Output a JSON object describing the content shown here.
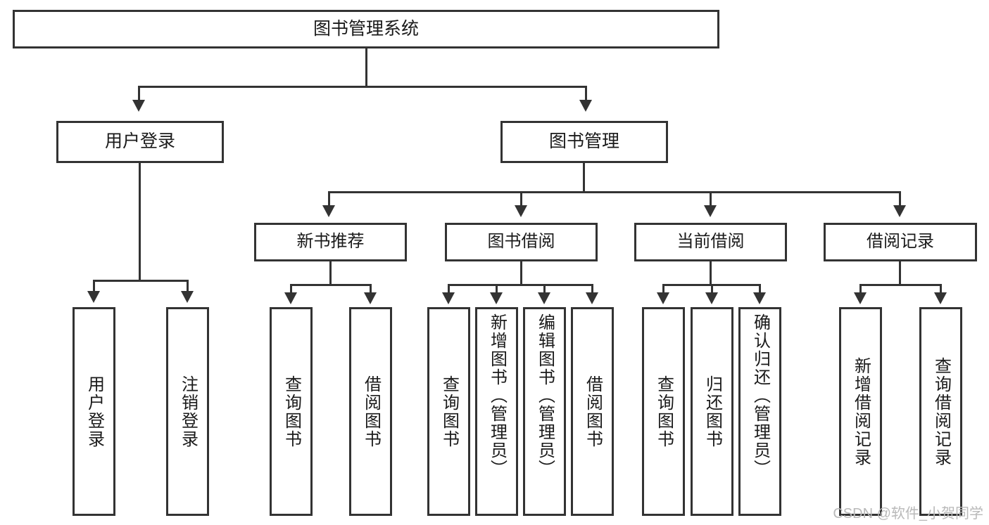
{
  "diagram": {
    "title": "图书管理系统",
    "root": {
      "label": "图书管理系统"
    },
    "level2": [
      {
        "label": "用户登录"
      },
      {
        "label": "图书管理"
      }
    ],
    "level3": [
      {
        "label": "新书推荐"
      },
      {
        "label": "图书借阅"
      },
      {
        "label": "当前借阅"
      },
      {
        "label": "借阅记录"
      }
    ],
    "leaves": {
      "user_login": [
        {
          "label": "用户登录"
        },
        {
          "label": "注销登录"
        }
      ],
      "new_book_recommend": [
        {
          "label": "查询图书"
        },
        {
          "label": "借阅图书"
        }
      ],
      "book_borrow": [
        {
          "label": "查询图书"
        },
        {
          "label": "新增图书（管理员）"
        },
        {
          "label": "编辑图书（管理员）"
        },
        {
          "label": "借阅图书"
        }
      ],
      "current_borrow": [
        {
          "label": "查询图书"
        },
        {
          "label": "归还图书"
        },
        {
          "label": "确认归还（管理员）"
        }
      ],
      "borrow_record": [
        {
          "label": "新增借阅记录"
        },
        {
          "label": "查询借阅记录"
        }
      ]
    }
  },
  "watermark": {
    "text": "CSDN @软件_小贺同学"
  },
  "colors": {
    "stroke": "#333333",
    "background": "#ffffff",
    "text": "#1a1a1a",
    "watermark": "#b9b9b9"
  }
}
